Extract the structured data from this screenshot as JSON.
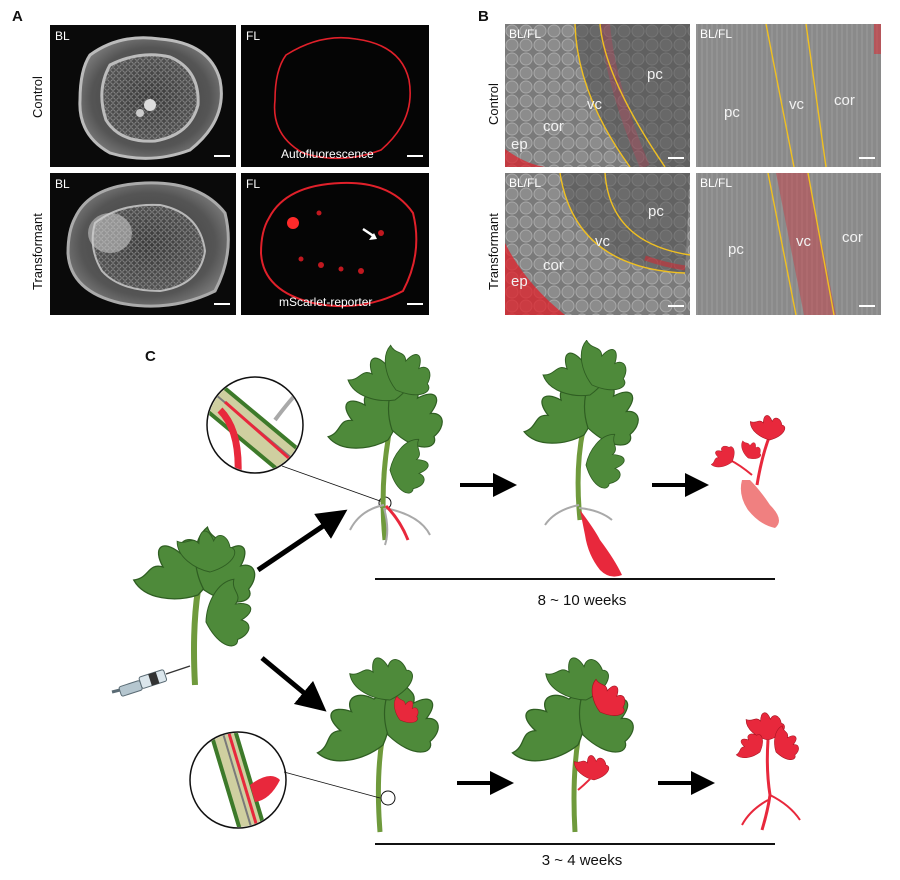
{
  "panels": {
    "a": {
      "letter": "A",
      "rows": [
        "Control",
        "Transformant"
      ],
      "tiles": [
        {
          "tag": "BL",
          "caption": ""
        },
        {
          "tag": "FL",
          "caption": "Autofluorescence"
        },
        {
          "tag": "BL",
          "caption": ""
        },
        {
          "tag": "FL",
          "caption": "mScarlet-reporter"
        }
      ]
    },
    "b": {
      "letter": "B",
      "rows": [
        "Control",
        "Transformant"
      ],
      "tiles": [
        {
          "tag": "BL/FL",
          "labels": [
            "pc",
            "vc",
            "cor",
            "ep"
          ]
        },
        {
          "tag": "BL/FL",
          "labels": [
            "pc",
            "vc",
            "cor"
          ]
        },
        {
          "tag": "BL/FL",
          "labels": [
            "pc",
            "vc",
            "cor",
            "ep"
          ]
        },
        {
          "tag": "BL/FL",
          "labels": [
            "pc",
            "vc",
            "cor"
          ]
        }
      ]
    },
    "c": {
      "letter": "C",
      "timelines": [
        "8 ~ 10 weeks",
        "3 ~ 4 weeks"
      ]
    }
  },
  "colors": {
    "leaf": "#4e8a3a",
    "stem": "#6f9a3c",
    "root_gray": "#a9a9a9",
    "transgenic": "#e8283c",
    "tuber_light": "#f08080",
    "boundary": "#f0c020",
    "fluor": "#e0202a"
  }
}
